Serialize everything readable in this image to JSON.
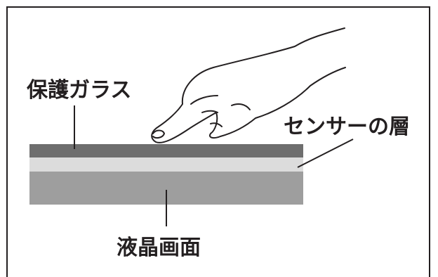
{
  "labels": {
    "glass": "保護ガラス",
    "sensor": "センサーの層",
    "lcd": "液晶画面"
  },
  "colors": {
    "frame": "#231f20",
    "glass_layer": "#6e6e6e",
    "sensor_layer": "#dcdcdc",
    "lcd_layer": "#9e9e9e",
    "hand_fill": "#ffffff",
    "hand_stroke": "#231f20"
  },
  "icons": {
    "hand": "pointing-hand-icon"
  }
}
